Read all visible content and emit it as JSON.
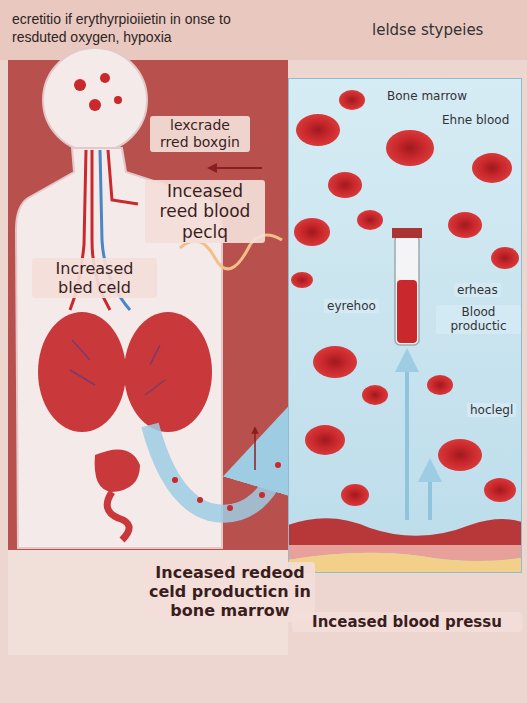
{
  "diagram": {
    "title": "ecretitio if erythyrpioiietin in onse to resduted oxygen, hypoxia",
    "nodes": [
      {
        "text": [
          "leldse stypeies",
          "Bone marrow",
          "Ehne blood",
          "eyrehoo",
          "erheas",
          "Blood productic",
          "hoclegl"
        ]
      }
    ],
    "labels": [
      "lexcrade rred boxgin",
      "Inceased reed blood peclq",
      "Increased bled celd",
      "Inceased redeod celd producticn in bone marrow",
      "Inceased blood pressu"
    ]
  }
}
